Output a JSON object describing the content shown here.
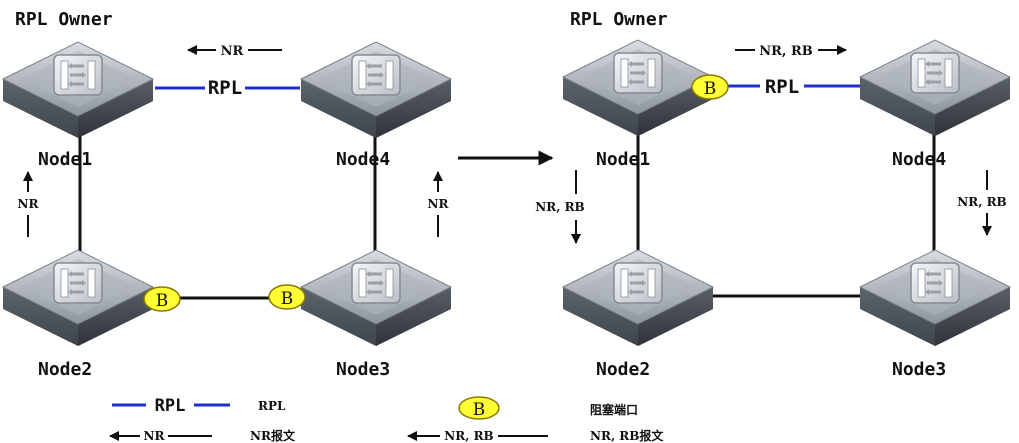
{
  "left": {
    "owner_label": "RPL Owner",
    "nodes": {
      "node1": "Node1",
      "node2": "Node2",
      "node3": "Node3",
      "node4": "Node4"
    },
    "rpl_link_label": "RPL",
    "msg_top": "NR",
    "msg_left": "NR",
    "msg_right": "NR",
    "blocked_ports": [
      "B",
      "B"
    ]
  },
  "right": {
    "owner_label": "RPL Owner",
    "nodes": {
      "node1": "Node1",
      "node2": "Node2",
      "node3": "Node3",
      "node4": "Node4"
    },
    "rpl_link_label": "RPL",
    "msg_top": "NR, RB",
    "msg_left": "NR, RB",
    "msg_right": "NR, RB",
    "blocked_ports": [
      "B"
    ]
  },
  "legend": {
    "rpl_line_text": "RPL",
    "rpl_desc": "RPL",
    "nr_line_text": "NR",
    "nr_desc": "NR报文",
    "block_symbol": "B",
    "block_desc": "阻塞端口",
    "nrrb_line_text": "NR, RB",
    "nrrb_desc": "NR, RB报文"
  },
  "colors": {
    "rpl_link": "#1f2fcc",
    "block_fill": "#ffff33",
    "block_stroke": "#8a7a00",
    "link": "#111111",
    "switch_body": "#8a9098"
  },
  "icons": [
    "switch-icon",
    "block-port-icon",
    "arrow-icon"
  ]
}
